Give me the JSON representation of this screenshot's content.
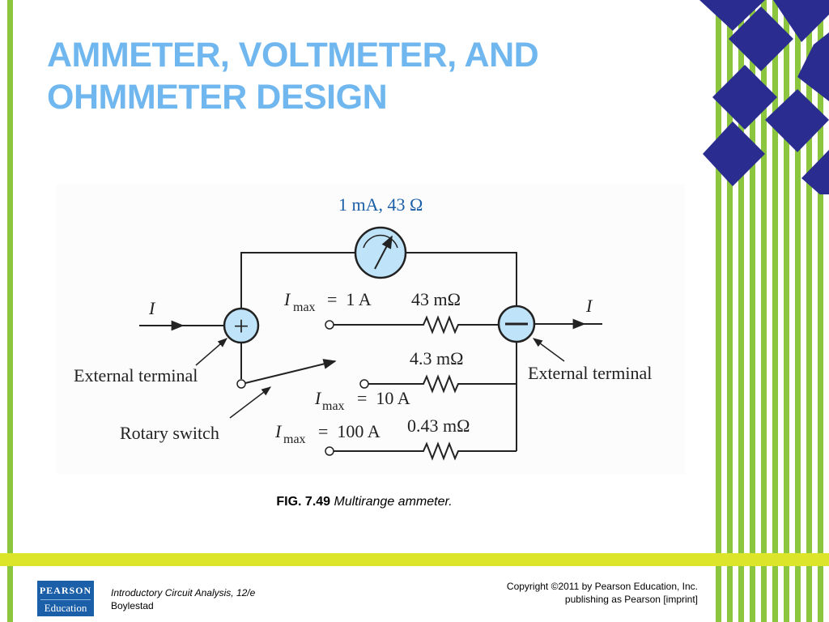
{
  "slide": {
    "title_line1": "AMMETER, VOLTMETER, AND",
    "title_line2": "OHMMETER DESIGN"
  },
  "circuit": {
    "meter_rating": "1 mA, 43 Ω",
    "current_symbol": "I",
    "max_symbol": "I",
    "max_subscript": "max",
    "ranges": [
      {
        "imax": "=  1 A",
        "resistance": "43 mΩ"
      },
      {
        "imax": "=  10 A",
        "resistance": "4.3 mΩ"
      },
      {
        "imax": "=  100 A",
        "resistance": "0.43 mΩ"
      }
    ],
    "positive_sign": "+",
    "negative_sign": "−",
    "left_terminal_label": "External terminal",
    "right_terminal_label": "External terminal",
    "switch_label": "Rotary switch"
  },
  "caption": {
    "number": "FIG. 7.49",
    "description": "Multirange ammeter."
  },
  "footer": {
    "logo_top": "PEARSON",
    "logo_bottom": "Education",
    "book_title": "Introductory Circuit Analysis, 12/e",
    "author": "Boylestad",
    "copyright_line1": "Copyright ©2011 by Pearson Education, Inc.",
    "copyright_line2": "publishing as Pearson [imprint]"
  },
  "colors": {
    "title": "#6fb7ee",
    "stripe_green": "#8cc63f",
    "band_lime": "#dde52a",
    "diamond_navy": "#2b2c8f",
    "symbol_fill": "#bfe3f8"
  }
}
